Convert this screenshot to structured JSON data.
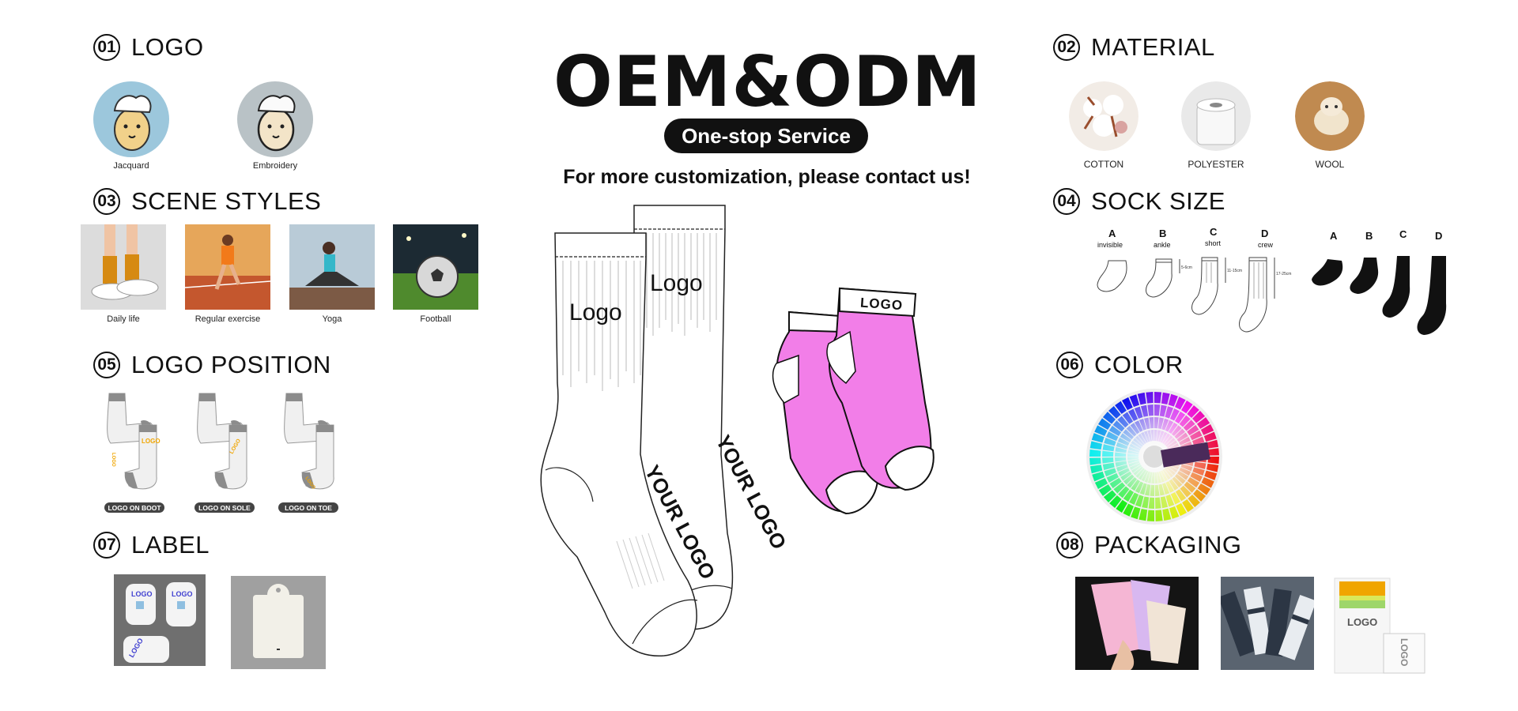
{
  "header": {
    "title": "OEM&ODM",
    "pill": "One-stop Service",
    "contact": "For more customization, please contact us!"
  },
  "sections": {
    "logo": {
      "num": "01",
      "title": "LOGO",
      "items": [
        "Jacquard",
        "Embroidery"
      ]
    },
    "material": {
      "num": "02",
      "title": "MATERIAL",
      "items": [
        "COTTON",
        "POLYESTER",
        "WOOL"
      ]
    },
    "scene": {
      "num": "03",
      "title": "SCENE STYLES",
      "items": [
        "Daily life",
        "Regular exercise",
        "Yoga",
        "Football"
      ]
    },
    "size": {
      "num": "04",
      "title": "SOCK SIZE",
      "letters": [
        "A",
        "B",
        "C",
        "D"
      ],
      "names": [
        "invisible",
        "ankle",
        "short",
        "crew"
      ],
      "dims": [
        "5-6cm",
        "11-15cm",
        "17-25cm"
      ]
    },
    "position": {
      "num": "05",
      "title": "LOGO POSITION",
      "items": [
        "LOGO ON BOOT",
        "LOGO ON SOLE",
        "LOGO ON TOE"
      ]
    },
    "color": {
      "num": "06",
      "title": "COLOR"
    },
    "label": {
      "num": "07",
      "title": "LABEL"
    },
    "packaging": {
      "num": "08",
      "title": "PACKAGING",
      "box_text": "LOGO"
    }
  },
  "center_art": {
    "crew_logo_left": "Logo",
    "crew_logo_right": "Logo",
    "sole_text": "YOUR LOGO",
    "ankle_logo": "LOGO"
  },
  "label_art": {
    "tag": "LOGO"
  },
  "position_art": {
    "tag": "LOGO"
  },
  "colors": {
    "pink": "#f27ee8",
    "accent_orange": "#f0a500",
    "sock_gray": "#8c8c8c"
  }
}
